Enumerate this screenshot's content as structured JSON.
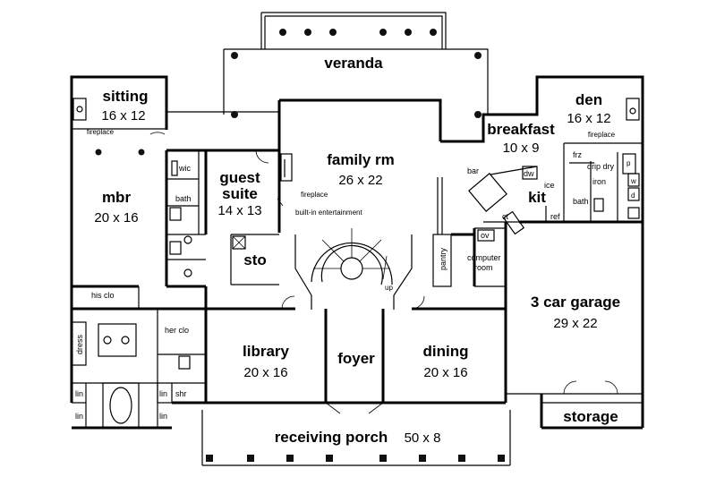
{
  "rooms": {
    "veranda": {
      "name": "veranda"
    },
    "sitting": {
      "name": "sitting",
      "size": "16 x 12"
    },
    "sitting_fireplace": "fireplace",
    "mbr": {
      "name": "mbr",
      "size": "20 x 16"
    },
    "guest_suite": {
      "name1": "guest",
      "name2": "suite",
      "size": "14 x 13"
    },
    "family_rm": {
      "name": "family rm",
      "size": "26 x 22"
    },
    "family_fireplace": "fireplace",
    "built_in": "built-in entertainment",
    "breakfast": {
      "name": "breakfast",
      "size": "10 x 9"
    },
    "den": {
      "name": "den",
      "size": "16 x 12"
    },
    "den_fireplace": "fireplace",
    "kit": {
      "name": "kit"
    },
    "sto": {
      "name": "sto"
    },
    "library": {
      "name": "library",
      "size": "20 x 16"
    },
    "foyer": {
      "name": "foyer"
    },
    "dining": {
      "name": "dining",
      "size": "20 x 16"
    },
    "garage": {
      "name": "3 car garage",
      "size": "29 x 22"
    },
    "storage": {
      "name": "storage"
    },
    "porch": {
      "name": "receiving porch",
      "size": "50 x 8"
    }
  },
  "small_labels": {
    "wic": "wic",
    "bath": "bath",
    "his_clo": "his clo",
    "her_clo": "her clo",
    "dress": "dress",
    "lin": "lin",
    "shr": "shr",
    "up": "up",
    "pantry": "pantry",
    "computer1": "computer",
    "computer2": "room",
    "ov": "ov",
    "bar": "bar",
    "dw": "dw",
    "ice": "ice",
    "ct": "ct",
    "ref": "ref",
    "frz": "frz",
    "drip_dry": "drip dry",
    "iron": "iron",
    "p": "p",
    "w": "w",
    "d": "d",
    "den_bath": "bath"
  }
}
